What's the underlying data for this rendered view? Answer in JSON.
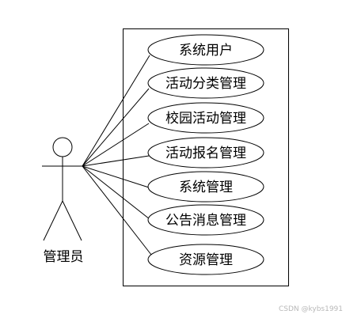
{
  "diagram": {
    "actor": {
      "label": "管理员"
    },
    "use_cases": [
      {
        "label": "系统用户"
      },
      {
        "label": "活动分类管理"
      },
      {
        "label": "校园活动管理"
      },
      {
        "label": "活动报名管理"
      },
      {
        "label": "系统管理"
      },
      {
        "label": "公告消息管理"
      },
      {
        "label": "资源管理"
      }
    ],
    "colors": {
      "stroke": "#000000",
      "background": "#ffffff"
    }
  },
  "watermark": "CSDN @kybs1991"
}
